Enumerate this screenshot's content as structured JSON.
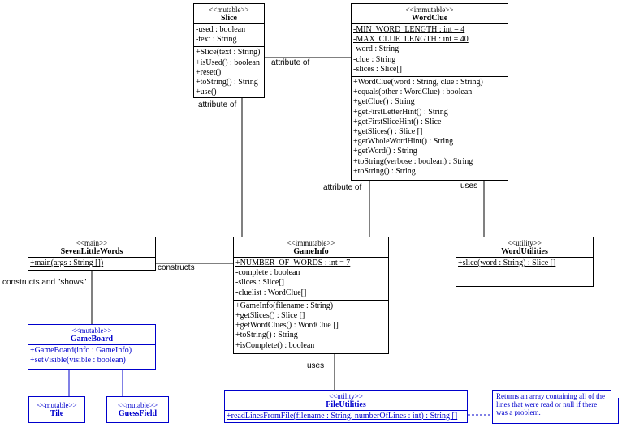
{
  "classes": {
    "slice": {
      "stereotype": "<<mutable>>",
      "name": "Slice",
      "attributes": [
        "-used : boolean",
        "-text : String"
      ],
      "operations": [
        "+Slice(text : String)",
        "+isUsed() : boolean",
        "+reset()",
        "+toString() : String",
        "+use()"
      ]
    },
    "wordclue": {
      "stereotype": "<<immutable>>",
      "name": "WordClue",
      "attributes": [
        "-MIN_WORD_LENGTH : int = 4",
        "-MAX_CLUE_LENGTH : int = 40",
        "-word : String",
        "-clue : String",
        "-slices : Slice[]"
      ],
      "operations": [
        "+WordClue(word : String, clue : String)",
        "+equals(other : WordClue) : boolean",
        "+getClue() : String",
        "+getFirstLetterHint() : String",
        "+getFirstSliceHint() : Slice",
        "+getSlices() : Slice []",
        "+getWholeWordHint() : String",
        "+getWord() : String",
        "+toString(verbose : boolean) : String",
        "+toString() : String"
      ]
    },
    "sevenlittlewords": {
      "stereotype": "<<main>>",
      "name": "SevenLittleWords",
      "operations": [
        "+main(args : String [])"
      ]
    },
    "gameinfo": {
      "stereotype": "<<immutable>>",
      "name": "GameInfo",
      "attributes": [
        "+NUMBER_OF_WORDS : int = 7",
        "-complete : boolean",
        "-slices : Slice[]",
        "-cluelist : WordClue[]"
      ],
      "operations": [
        "+GameInfo(filename : String)",
        "+getSlices() : Slice []",
        "+getWordClues() : WordClue []",
        "+toString() : String",
        "+isComplete() : boolean"
      ]
    },
    "wordutilities": {
      "stereotype": "<<utility>>",
      "name": "WordUtilities",
      "operations": [
        "+slice(word : String) : Slice []"
      ]
    },
    "gameboard": {
      "stereotype": "<<mutable>>",
      "name": "GameBoard",
      "operations": [
        "+GameBoard(info : GameInfo)",
        "+setVisible(visible : boolean)"
      ]
    },
    "tile": {
      "stereotype": "<<mutable>>",
      "name": "Tile"
    },
    "guessfield": {
      "stereotype": "<<mutable>>",
      "name": "GuessField"
    },
    "fileutilities": {
      "stereotype": "<<utility>>",
      "name": "FileUtilities",
      "operations": [
        "+readLinesFromFile(filename : String, numberOfLines : int) : String []"
      ]
    }
  },
  "labels": {
    "slice_wordclue": "attribute of",
    "slice_gameinfo": "attribute of",
    "wordclue_gameinfo": "attribute of",
    "wordclue_wordutilities": "uses",
    "main_gameinfo": "constructs",
    "main_gameboard": "constructs and \"shows\"",
    "gameinfo_fileutilities": "uses"
  },
  "note": "Returns an array containing all of the lines that were read or null if there was a problem.",
  "colors": {
    "line": "#000000",
    "accent": "#0000cc"
  }
}
